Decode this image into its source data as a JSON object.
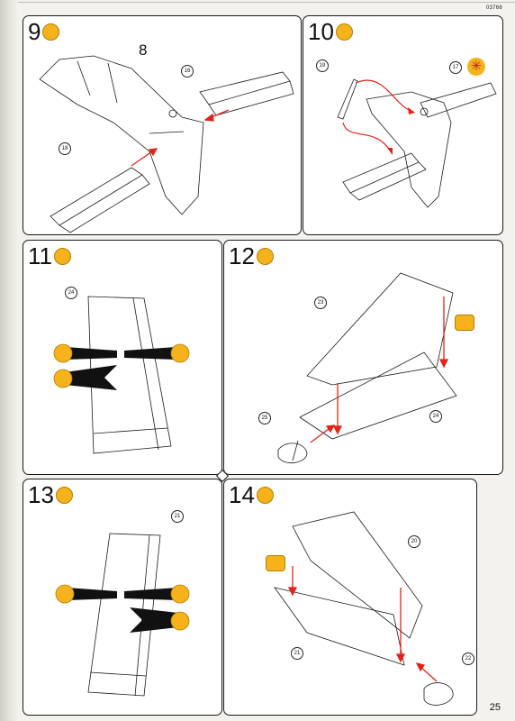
{
  "doc_id": "03766",
  "page_number": "25",
  "steps": [
    {
      "number": "9",
      "callouts": [
        "16",
        "18"
      ],
      "part_label": "8"
    },
    {
      "number": "10",
      "callouts": [
        "19",
        "17"
      ]
    },
    {
      "number": "11",
      "callouts": [
        "24"
      ]
    },
    {
      "number": "12",
      "callouts": [
        "23",
        "24",
        "25"
      ]
    },
    {
      "number": "13",
      "callouts": [
        "21"
      ]
    },
    {
      "number": "14",
      "callouts": [
        "20",
        "21",
        "22"
      ]
    }
  ],
  "colors": {
    "tool": "#f5b21a",
    "arrow": "#e2231a",
    "line": "#1a1a1a"
  },
  "icons": [
    "paint-brush-icon",
    "glue-icon",
    "drill-icon",
    "decal-icon",
    "star-icon"
  ]
}
